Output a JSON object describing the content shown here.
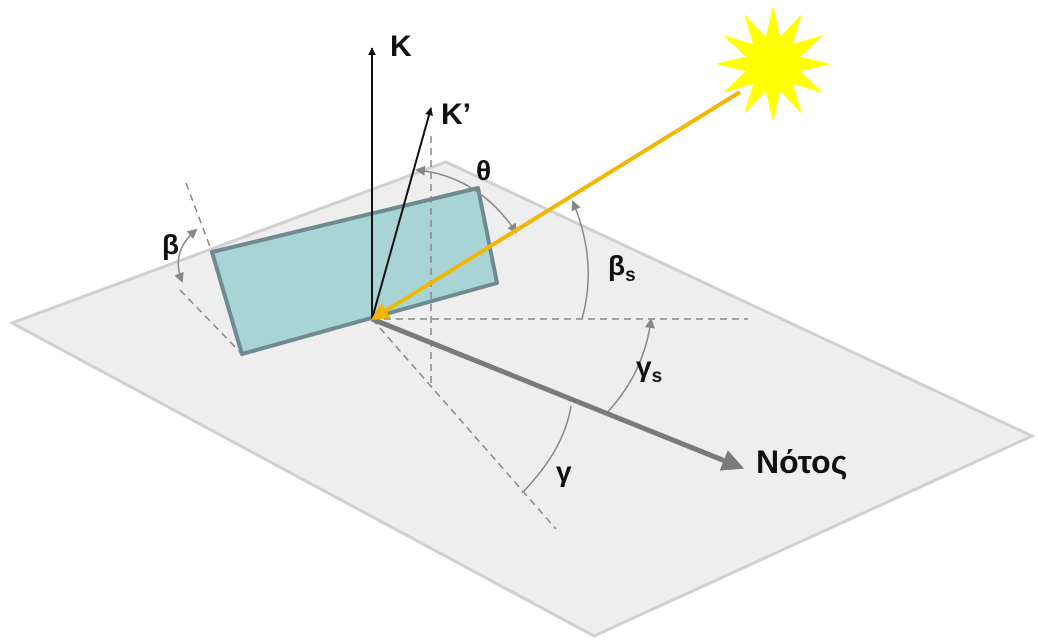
{
  "labels": {
    "zenith": "K",
    "normal": "K’",
    "theta": "θ",
    "tilt": "β",
    "sun_altitude_symbol": "β",
    "sun_altitude_subscript": "s",
    "sun_azimuth_symbol": "γ",
    "sun_azimuth_subscript": "s",
    "surface_azimuth": "γ",
    "south": "Νότος"
  },
  "colors": {
    "ground_fill": "#eeeeee",
    "ground_stroke": "#d0d0d0",
    "panel_fill": "#a9d4d6",
    "panel_stroke": "#6f8b92",
    "sun_ray": "#f2b705",
    "sun_fill": "#ffff00",
    "south_arrow": "#7a7a7a",
    "angle_arcs": "#888888",
    "reference_lines": "#888888",
    "vectors": "#111111"
  },
  "icons": {
    "sun": "sun-icon"
  }
}
